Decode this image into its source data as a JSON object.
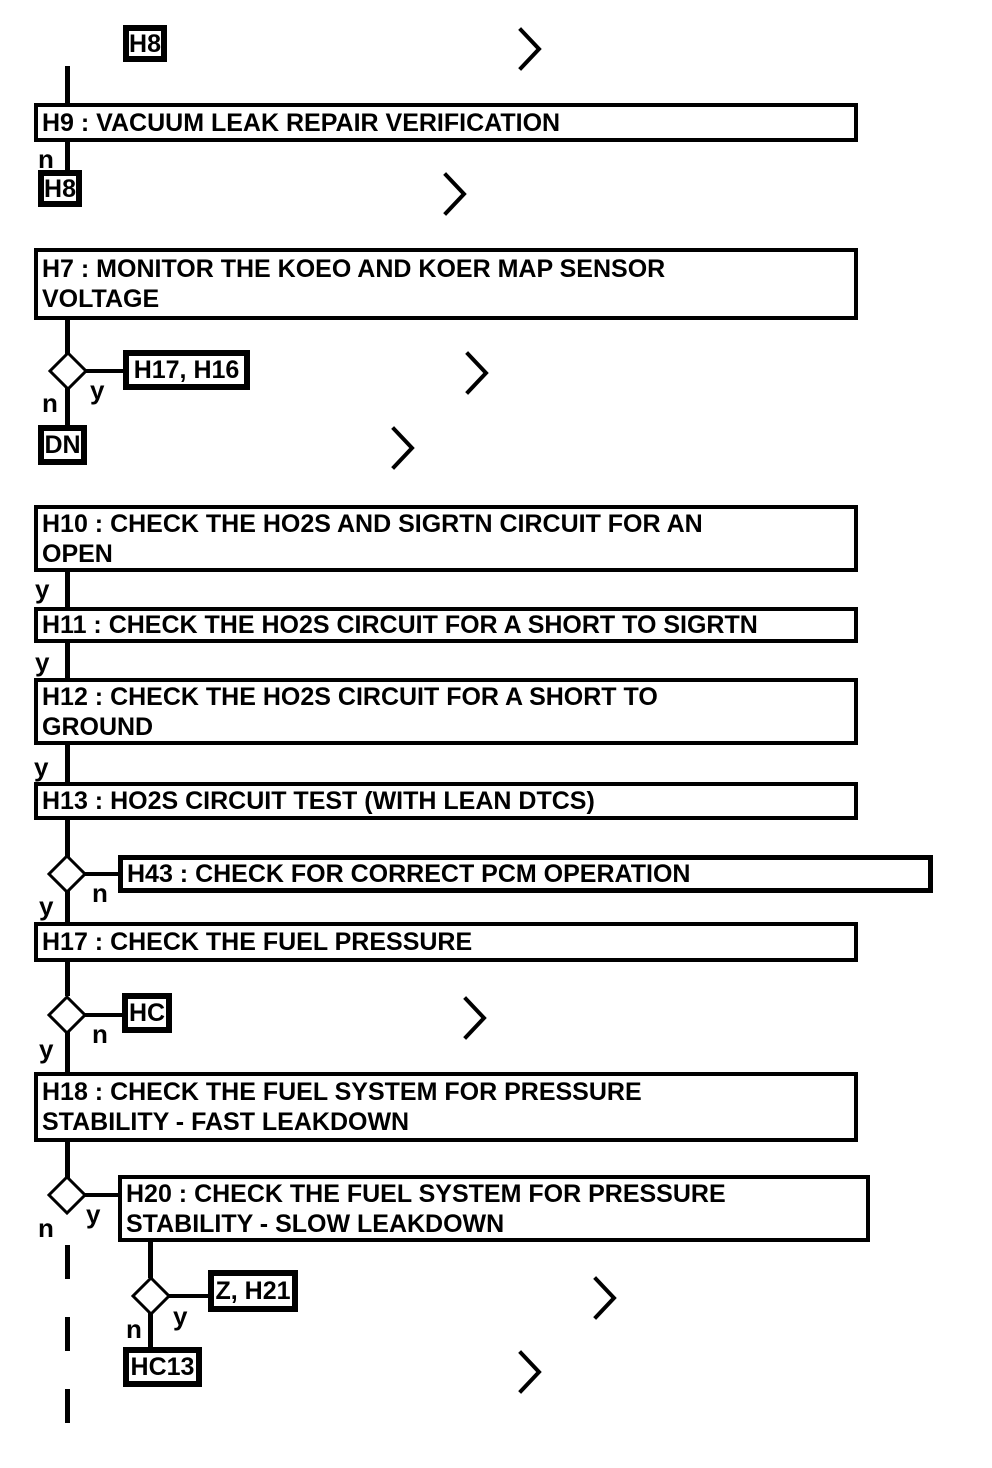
{
  "flowchart": {
    "branch_labels": {
      "yes": "y",
      "no": "n"
    },
    "nodes": {
      "h8_top": {
        "label": "H8"
      },
      "h9": {
        "label": "H9 : VACUUM LEAK REPAIR VERIFICATION"
      },
      "h9_no_ref": {
        "label": "H8"
      },
      "h7": {
        "label": "H7 : MONITOR THE KOEO AND KOER MAP SENSOR\nVOLTAGE"
      },
      "h7_yes_ref": {
        "label": "H17, H16"
      },
      "h7_no_ref": {
        "label": "DN"
      },
      "h10": {
        "label": "H10 : CHECK THE HO2S AND SIGRTN CIRCUIT FOR AN\nOPEN"
      },
      "h11": {
        "label": "H11 : CHECK THE HO2S CIRCUIT FOR A SHORT TO SIGRTN"
      },
      "h12": {
        "label": "H12 : CHECK THE HO2S CIRCUIT FOR A SHORT TO\nGROUND"
      },
      "h13": {
        "label": "H13 : HO2S CIRCUIT TEST (WITH LEAN DTCS)"
      },
      "h43": {
        "label": "H43 : CHECK FOR CORRECT PCM OPERATION"
      },
      "h17": {
        "label": "H17 : CHECK THE FUEL PRESSURE"
      },
      "h17_no_ref": {
        "label": "HC"
      },
      "h18": {
        "label": "H18 : CHECK THE FUEL SYSTEM FOR PRESSURE\nSTABILITY - FAST LEAKDOWN"
      },
      "h20": {
        "label": "H20 : CHECK THE FUEL SYSTEM FOR PRESSURE\nSTABILITY - SLOW LEAKDOWN"
      },
      "h20_yes_ref": {
        "label": "Z, H21"
      },
      "h20_no_ref": {
        "label": "HC13"
      }
    }
  }
}
